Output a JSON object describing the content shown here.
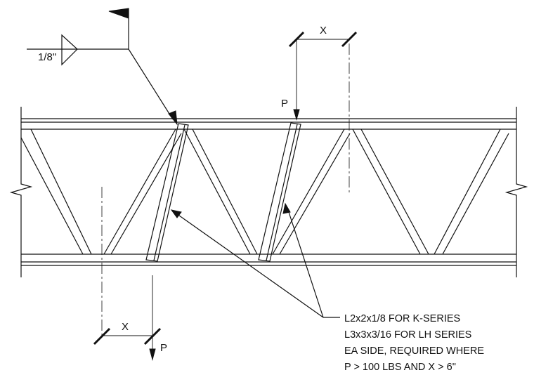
{
  "weld_symbol": {
    "size": "1/8\""
  },
  "dims": {
    "top_x": "X",
    "bottom_x": "X"
  },
  "loads": {
    "top_p": "P",
    "bottom_p": "P"
  },
  "note": {
    "line1": "L2x2x1/8 FOR K-SERIES",
    "line2": "L3x3x3/16 FOR LH SERIES",
    "line3": "EA SIDE, REQUIRED WHERE",
    "line4": "P > 100 LBS AND X > 6\""
  }
}
